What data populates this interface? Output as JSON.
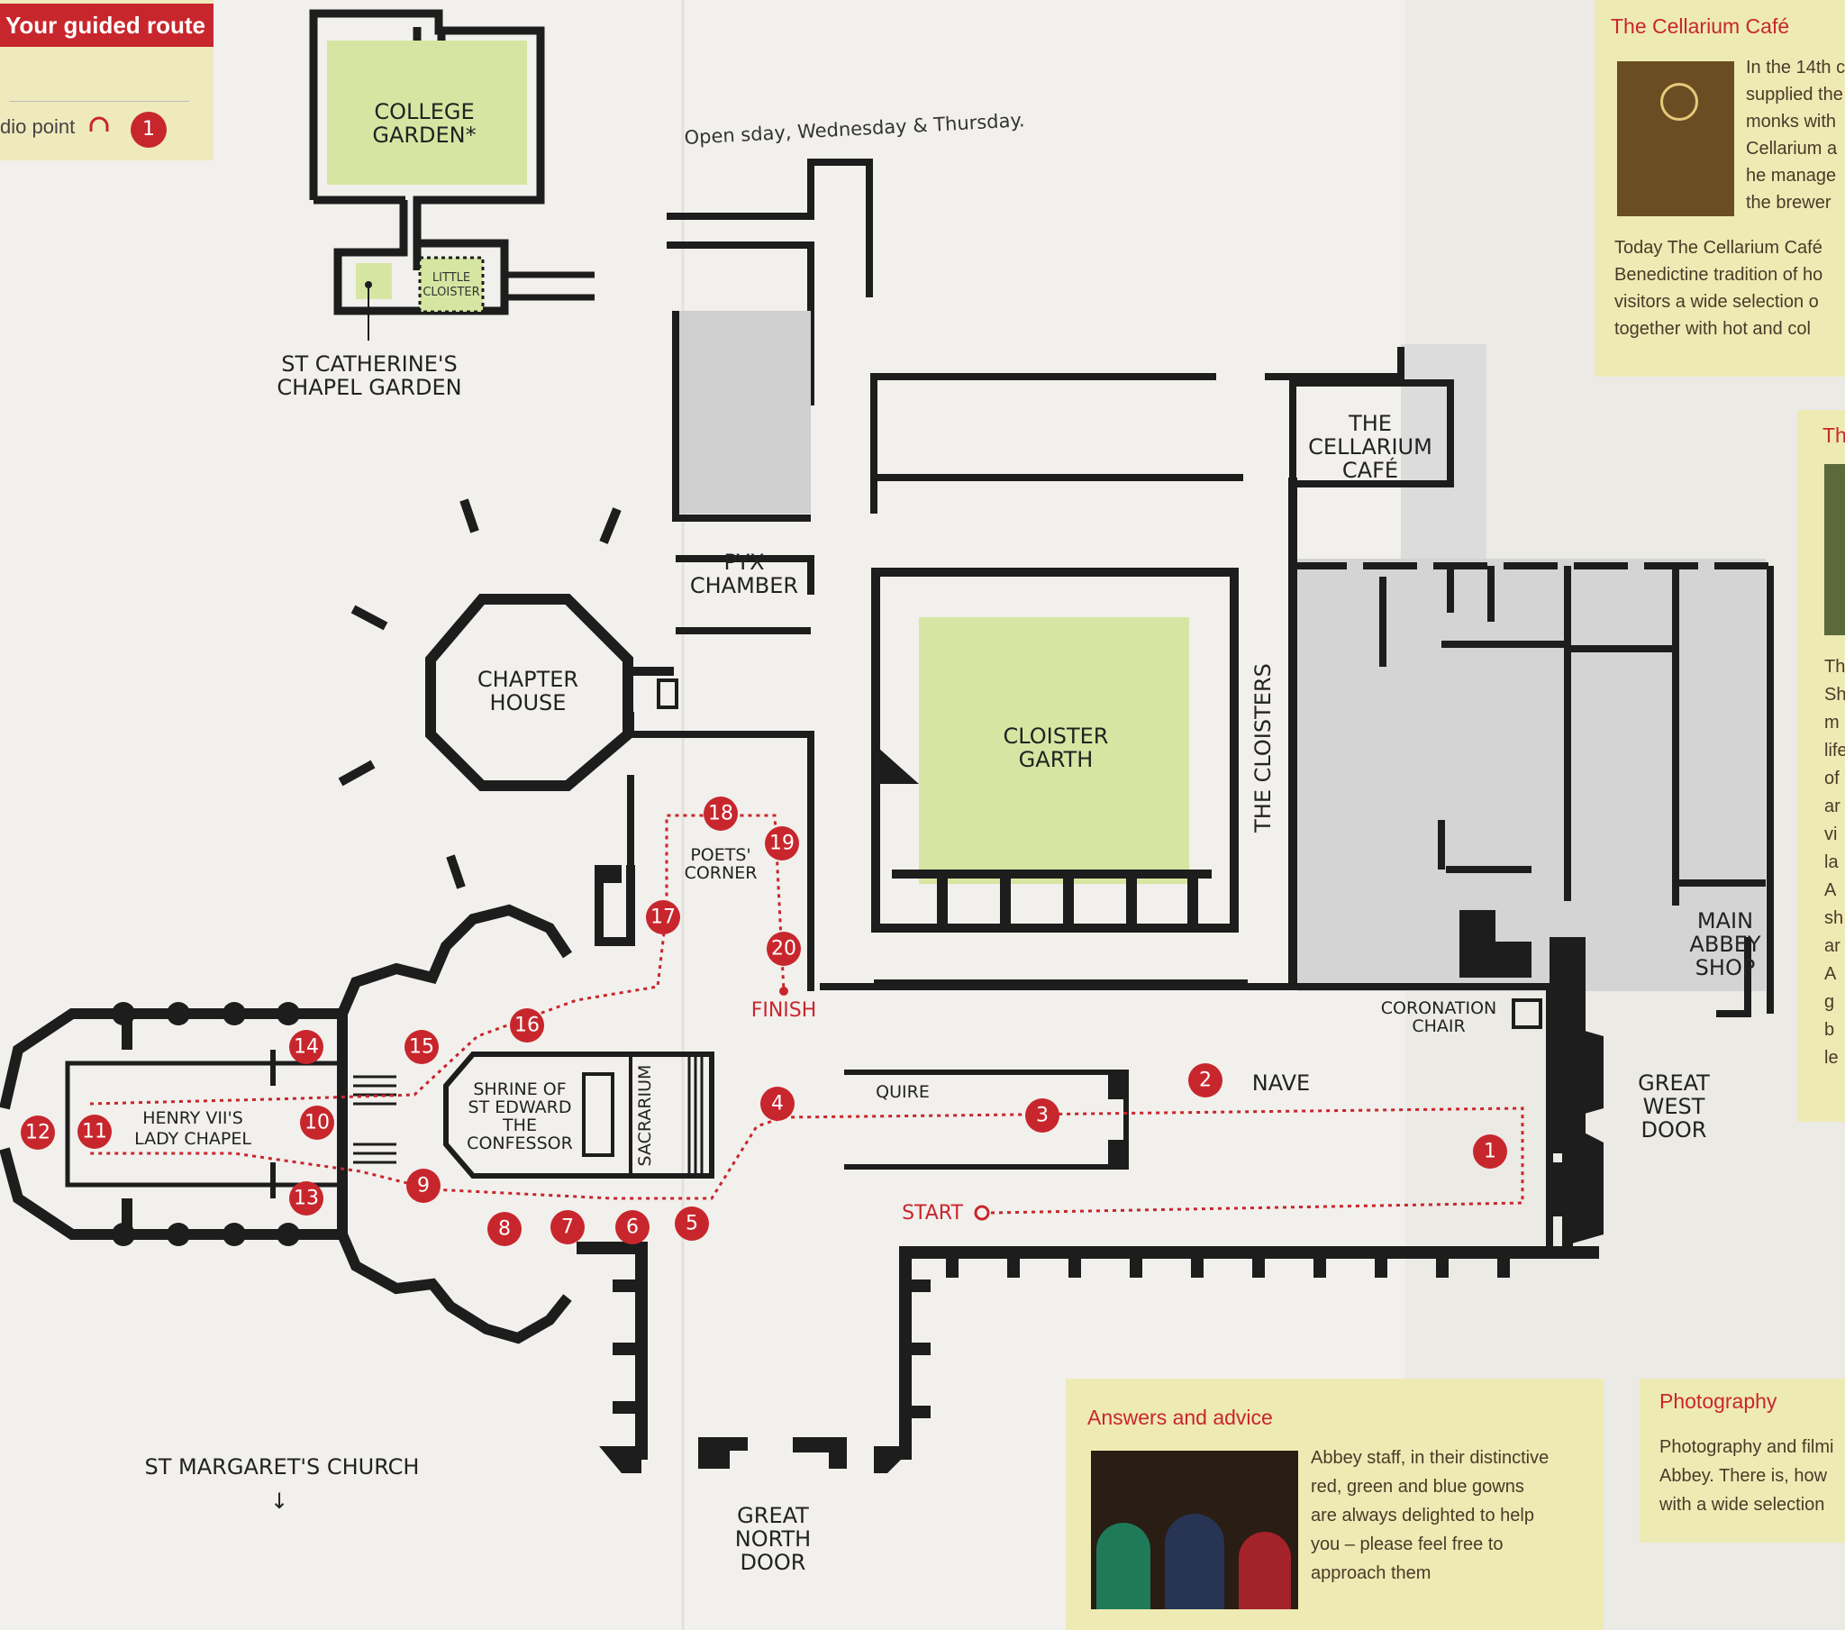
{
  "colors": {
    "accent": "#c8262d",
    "garden": "#d6e6a2",
    "wall": "#1d1d1d",
    "panel": "#eeeab4",
    "paper": "#f1f0ec"
  },
  "route_box": {
    "title": "Your guided route",
    "audio_label": "dio point",
    "audio_icon": "headphones-icon",
    "audio_number": "1"
  },
  "open_note": "Open  sday, Wednesday & Thursday.",
  "labels": {
    "college_garden": [
      "COLLEGE",
      "GARDEN*"
    ],
    "little_cloister": [
      "LITTLE",
      "CLOISTER"
    ],
    "st_catherine": [
      "ST CATHERINE'S",
      "CHAPEL GARDEN"
    ],
    "cellarium": [
      "THE",
      "CELLARIUM",
      "CAFÉ"
    ],
    "pyx": [
      "PYX",
      "CHAMBER"
    ],
    "chapter_house": [
      "CHAPTER",
      "HOUSE"
    ],
    "cloister_garth": [
      "CLOISTER",
      "GARTH"
    ],
    "cloisters": "THE CLOISTERS",
    "poets_corner": [
      "POETS'",
      "CORNER"
    ],
    "finish": "FINISH",
    "coronation": [
      "CORONATION",
      "CHAIR"
    ],
    "main_shop": [
      "MAIN",
      "ABBEY",
      "SHOP"
    ],
    "nave": "NAVE",
    "quire": "QUIRE",
    "great_west": [
      "GREAT",
      "WEST",
      "DOOR"
    ],
    "shrine": [
      "SHRINE OF",
      "ST EDWARD",
      "THE",
      "CONFESSOR"
    ],
    "sacrarium": "SACRARIUM",
    "lady_chapel": [
      "HENRY VII'S",
      "LADY CHAPEL"
    ],
    "start": "START",
    "st_margaret": "ST MARGARET'S CHURCH",
    "st_margaret_arrow": "↓",
    "great_north": [
      "GREAT",
      "NORTH",
      "DOOR"
    ]
  },
  "stops": [
    "1",
    "2",
    "3",
    "4",
    "5",
    "6",
    "7",
    "8",
    "9",
    "10",
    "11",
    "12",
    "13",
    "14",
    "15",
    "16",
    "17",
    "18",
    "19",
    "20"
  ],
  "cellarium_panel": {
    "title": "The Cellarium Café",
    "side_lines": [
      "In the 14th c",
      "supplied the",
      "monks with",
      "Cellarium a",
      "he manage",
      "the brewer"
    ],
    "lines": [
      "Today The Cellarium Café",
      "Benedictine tradition of ho",
      "visitors a wide selection o",
      "together with hot and col"
    ]
  },
  "right_panel": {
    "title": "Th",
    "letters": [
      "Th",
      "Sh",
      "m",
      "life",
      "of",
      "ar",
      "vi",
      "la",
      "A",
      "sh",
      "ar",
      "A",
      "g",
      "b",
      "le"
    ]
  },
  "answers_panel": {
    "title": "Answers and advice",
    "lines": [
      "Abbey staff, in their distinctive",
      "red, green and blue gowns",
      "are always delighted to help",
      "you – please feel free to",
      "approach them"
    ]
  },
  "photo_panel": {
    "title": "Photography",
    "lines": [
      "Photography and filmi",
      "Abbey. There is, how",
      "with a wide selection"
    ]
  }
}
